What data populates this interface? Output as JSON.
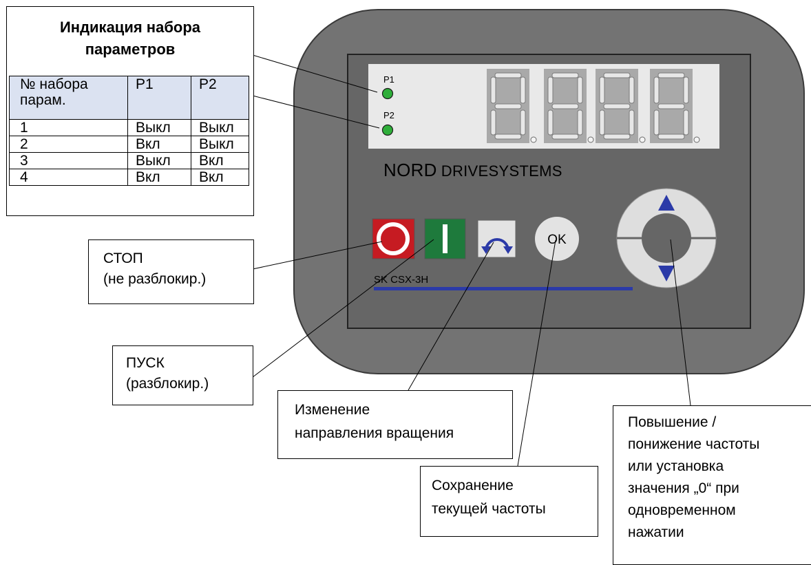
{
  "param_table": {
    "title_line1": "Индикация набора",
    "title_line2": "параметров",
    "header": [
      "№ набора парам.",
      "P1",
      "P2"
    ],
    "rows": [
      [
        "1",
        "Выкл",
        "Выкл"
      ],
      [
        "2",
        "Вкл",
        "Выкл"
      ],
      [
        "3",
        "Выкл",
        "Вкл"
      ],
      [
        "4",
        "Вкл",
        "Вкл"
      ]
    ]
  },
  "device": {
    "led_p1": "P1",
    "led_p2": "P2",
    "brand_main": "NORD",
    "brand_sub": "DRIVESYSTEMS",
    "model": "SK CSX-3H",
    "ok_label": "OK",
    "colors": {
      "body": "#737373",
      "panel": "#666666",
      "display": "#e9e9e9",
      "led": "#2fae3a",
      "stop": "#c61b22",
      "start": "#1e7a3c",
      "accent": "#2b3aa8"
    }
  },
  "callouts": {
    "stop": {
      "line1": "СТОП",
      "line2": "(не разблокир.)"
    },
    "start": {
      "line1": "ПУСК",
      "line2": "(разблокир.)"
    },
    "direction": {
      "line1": "Изменение",
      "line2": "направления вращения"
    },
    "save": {
      "line1": "Сохранение",
      "line2": "текущей частоты"
    },
    "updown": {
      "lines": [
        "Повышение /",
        "понижение частоты",
        "или установка",
        "значения „0“ при",
        "одновременном",
        "нажатии"
      ]
    }
  }
}
